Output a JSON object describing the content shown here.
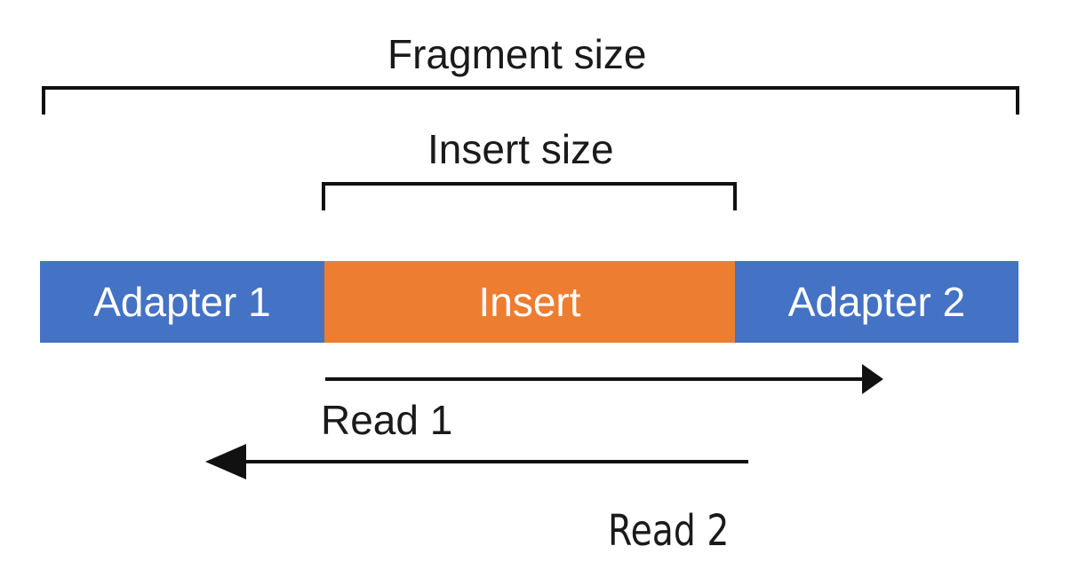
{
  "fragment": {
    "label": "Fragment size"
  },
  "insert_bracket": {
    "label": "Insert size"
  },
  "segments": {
    "adapter1": {
      "label": "Adapter 1",
      "color": "#4472C4"
    },
    "insert": {
      "label": "Insert",
      "color": "#ED7D31"
    },
    "adapter2": {
      "label": "Adapter 2",
      "color": "#4472C4"
    }
  },
  "reads": {
    "read1": {
      "label": "Read 1"
    },
    "read2": {
      "label": "Read 2"
    }
  },
  "arrow_color": "#111111"
}
